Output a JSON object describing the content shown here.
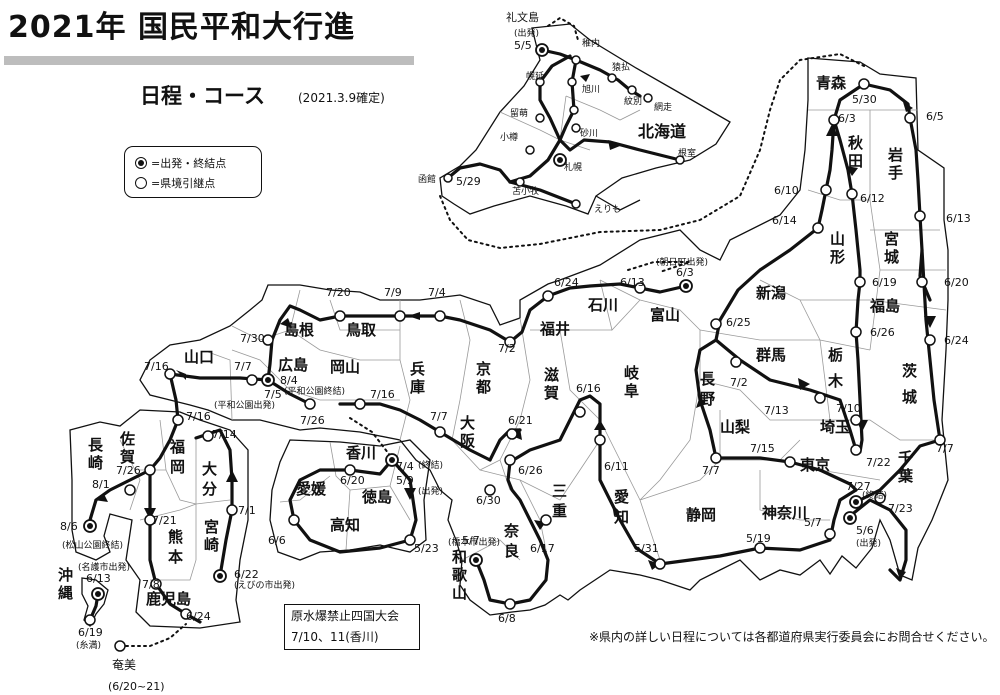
{
  "title": "2021年 国民平和大行進",
  "subtitle": "日程・コース",
  "confirmed": "(2021.3.9確定)",
  "legend": {
    "start_end": "=出発・終結点",
    "relay": "=県境引継点"
  },
  "note_box": {
    "line1": "原水爆禁止四国大会",
    "line2": "7/10、11(香川)"
  },
  "footnote": "※県内の詳しい日程については各都道府県実行委員会にお問合せください。",
  "prefectures": {
    "hokkaido": "北海道",
    "aomori": "青森",
    "akita": "秋田",
    "iwate": "岩手",
    "yamagata": "山形",
    "miyagi": "宮城",
    "fukushima": "福島",
    "niigata": "新潟",
    "toyama": "富山",
    "ishikawa": "石川",
    "fukui": "福井",
    "gunma": "群馬",
    "tochigi": "栃木",
    "ibaraki": "茨城",
    "nagano": "長野",
    "yamanashi": "山梨",
    "saitama": "埼玉",
    "chiba": "千葉",
    "tokyo": "東京",
    "kanagawa": "神奈川",
    "shizuoka": "静岡",
    "aichi": "愛知",
    "gifu": "岐阜",
    "shiga": "滋賀",
    "kyoto": "京都",
    "osaka": "大阪",
    "mie": "三重",
    "nara": "奈良",
    "wakayama": "和歌山",
    "hyogo": "兵庫",
    "tottori": "鳥取",
    "shimane": "島根",
    "okayama": "岡山",
    "hiroshima": "広島",
    "yamaguchi": "山口",
    "kagawa": "香川",
    "tokushima": "徳島",
    "ehime": "愛媛",
    "kochi": "高知",
    "fukuoka": "福岡",
    "saga": "佐賀",
    "nagasaki": "長崎",
    "oita": "大分",
    "kumamoto": "熊本",
    "miyazaki": "宮崎",
    "kagoshima": "鹿児島",
    "okinawa": "沖縄",
    "amami": "奄美"
  },
  "hokkaido_places": [
    "礼文島",
    "(出発)",
    "稚内",
    "猿払",
    "幌延",
    "旭川",
    "紋別",
    "網走",
    "留萌",
    "砂川",
    "小樽",
    "札幌",
    "根室",
    "函館",
    "苫小牧",
    "えりも"
  ],
  "dates": {
    "rebun": "5/5",
    "hakodate": "5/29",
    "aomori": "5/30",
    "iwate_e": "6/5",
    "akita_n": "6/3",
    "akita_w": "6/10",
    "akita_e": "6/12",
    "niigata_n": "6/14",
    "miyagi_e": "6/13",
    "yamagata": "6/19",
    "miyagi_s": "6/20",
    "fukushima_w": "6/26",
    "fukushima_e": "6/24",
    "niigata_s": "6/25",
    "toyama": "6/3",
    "ishikawa_e": "6/13",
    "ishikawa_w": "6/24",
    "fukui": "7/2",
    "nagano": "7/2",
    "tochigi": "7/10",
    "gunma": "7/13",
    "ibaraki": "7/7",
    "saitama": "7/22",
    "yamanashi": "7/7",
    "tokyo": "7/15",
    "kanagawa_a": "7/27",
    "kanagawa_b": "5/7",
    "chiba": "7/23",
    "kanagawa_c": "5/6",
    "kanagawa_d": "5/19",
    "aichi_a": "5/31",
    "aichi_b": "6/11",
    "gifu": "6/16",
    "shiga_a": "6/21",
    "shiga_b": "6/26",
    "mie": "6/17",
    "kyoto_osaka": "6/30",
    "wakayama_a": "5/7",
    "wakayama_b": "6/8",
    "osaka": "7/7",
    "hyogo_a": "7/16",
    "hyogo_b": "7/26",
    "tottori_e": "7/4",
    "tottori_w": "7/9",
    "shimane": "7/20",
    "hiroshima_n": "7/30",
    "hiroshima": "8/4",
    "hiroshima_w": "7/7",
    "hiroshima_s": "7/5",
    "yamaguchi": "7/16",
    "kagawa": "7/4",
    "tokushima": "5/9",
    "ehime": "6/20",
    "kochi_w": "6/6",
    "kochi_e": "5/23",
    "fukuoka_a": "7/16",
    "fukuoka_b": "7/14",
    "saga": "7/26",
    "nagasaki": "8/1",
    "nagasaki_end": "8/6",
    "oita": "7/1",
    "kumamoto": "7/21",
    "kagoshima_a": "7/8",
    "kagoshima_b": "6/24",
    "miyazaki": "6/22",
    "okinawa_a": "6/13",
    "okinawa_b": "6/19",
    "amami": "(6/20~21)"
  },
  "annotations": {
    "asahi": "(朝日町出発)",
    "hiroshima_end": "(平和公園終結)",
    "hiroshima_start": "(平和公園出発)",
    "kagawa_end": "(終結)",
    "tokushima_start": "(出発)",
    "hashimoto": "(橋本市出発)",
    "matsuyama": "(松山公園終結)",
    "ebino": "(えびの市出発)",
    "nago": "(名護市出発)",
    "itoman": "(糸満)",
    "kanagawa_end": "(終結)",
    "kanagawa_start": "(出発)"
  }
}
